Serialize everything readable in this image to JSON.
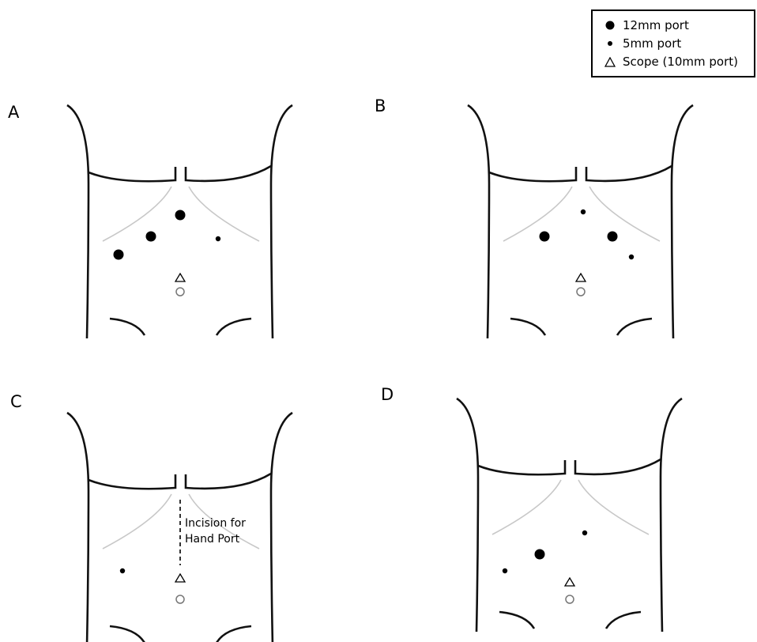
{
  "legend": {
    "items": [
      {
        "label": "12mm port",
        "icon": "large-filled-circle"
      },
      {
        "label": "5mm port",
        "icon": "small-filled-circle"
      },
      {
        "label": "Scope (10mm port)",
        "icon": "open-triangle"
      }
    ]
  },
  "panels": [
    {
      "label": "A"
    },
    {
      "label": "B"
    },
    {
      "label": "C",
      "annotation": {
        "line1": "Incision for",
        "line2": "Hand Port"
      }
    },
    {
      "label": "D"
    }
  ],
  "colors": {
    "outline": "#111111",
    "rib": "#c8c8c8",
    "umbilicus": "#777777"
  }
}
